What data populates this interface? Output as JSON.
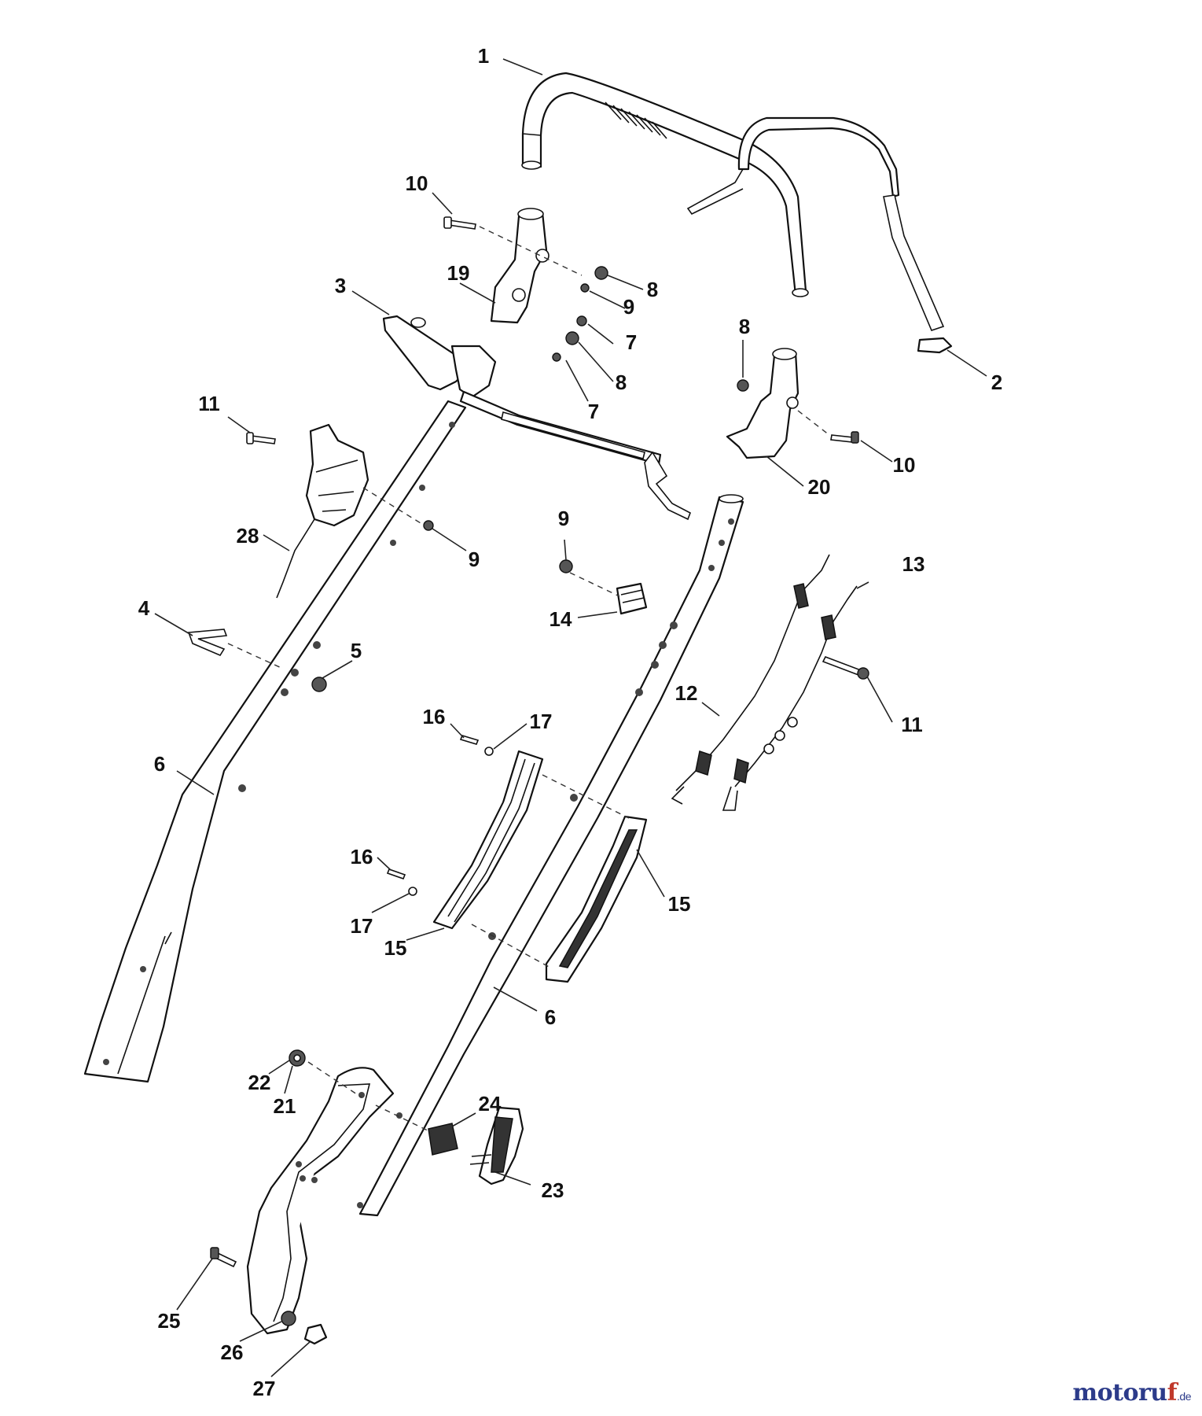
{
  "callouts": [
    {
      "id": "c1",
      "label": "1"
    },
    {
      "id": "c2",
      "label": "2"
    },
    {
      "id": "c3",
      "label": "3"
    },
    {
      "id": "c4",
      "label": "4"
    },
    {
      "id": "c5",
      "label": "5"
    },
    {
      "id": "c6a",
      "label": "6"
    },
    {
      "id": "c6b",
      "label": "6"
    },
    {
      "id": "c7a",
      "label": "7"
    },
    {
      "id": "c7b",
      "label": "7"
    },
    {
      "id": "c8a",
      "label": "8"
    },
    {
      "id": "c8b",
      "label": "8"
    },
    {
      "id": "c8c",
      "label": "8"
    },
    {
      "id": "c9a",
      "label": "9"
    },
    {
      "id": "c9b",
      "label": "9"
    },
    {
      "id": "c9c",
      "label": "9"
    },
    {
      "id": "c10a",
      "label": "10"
    },
    {
      "id": "c10b",
      "label": "10"
    },
    {
      "id": "c11a",
      "label": "11"
    },
    {
      "id": "c11b",
      "label": "11"
    },
    {
      "id": "c12",
      "label": "12"
    },
    {
      "id": "c13",
      "label": "13"
    },
    {
      "id": "c14",
      "label": "14"
    },
    {
      "id": "c15a",
      "label": "15"
    },
    {
      "id": "c15b",
      "label": "15"
    },
    {
      "id": "c16a",
      "label": "16"
    },
    {
      "id": "c16b",
      "label": "16"
    },
    {
      "id": "c17a",
      "label": "17"
    },
    {
      "id": "c17b",
      "label": "17"
    },
    {
      "id": "c19",
      "label": "19"
    },
    {
      "id": "c20",
      "label": "20"
    },
    {
      "id": "c21",
      "label": "21"
    },
    {
      "id": "c22",
      "label": "22"
    },
    {
      "id": "c23",
      "label": "23"
    },
    {
      "id": "c24",
      "label": "24"
    },
    {
      "id": "c25",
      "label": "25"
    },
    {
      "id": "c26",
      "label": "26"
    },
    {
      "id": "c27",
      "label": "27"
    },
    {
      "id": "c28",
      "label": "28"
    }
  ],
  "watermark": {
    "main": "motoru",
    "accent": "f",
    "tld": ".de"
  }
}
